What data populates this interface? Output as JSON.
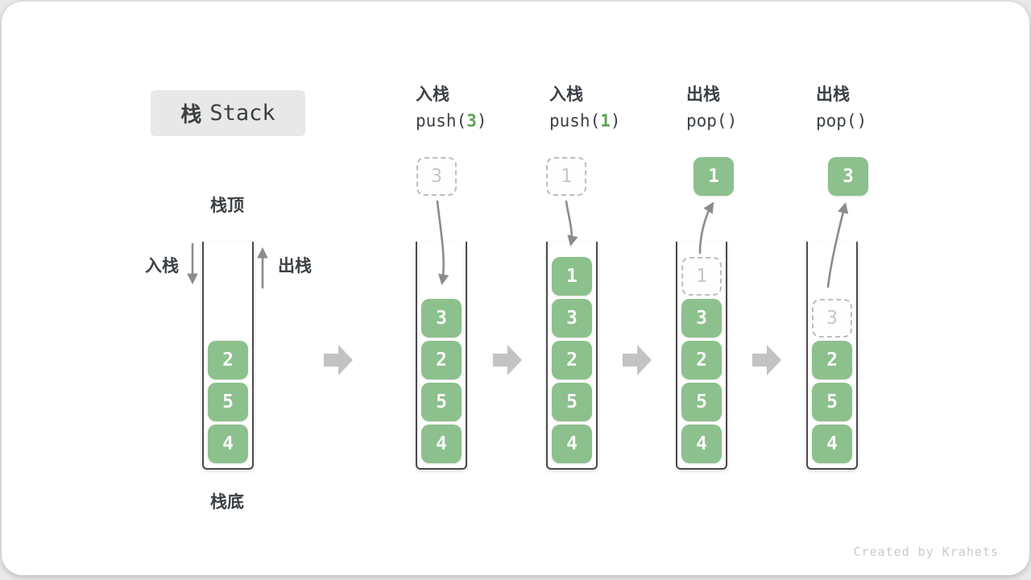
{
  "title": {
    "cjk": "栈",
    "latin": "Stack"
  },
  "annotations": {
    "stack_top": "栈顶",
    "stack_bottom": "栈底",
    "push_label": "入栈",
    "pop_label": "出栈"
  },
  "operations": [
    {
      "name": "入栈",
      "func": "push(",
      "arg": "3",
      "close": ")"
    },
    {
      "name": "入栈",
      "func": "push(",
      "arg": "1",
      "close": ")"
    },
    {
      "name": "出栈",
      "func": "pop(",
      "arg": "",
      "close": ")"
    },
    {
      "name": "出栈",
      "func": "pop(",
      "arg": "",
      "close": ")"
    }
  ],
  "stacks": {
    "s1": {
      "cells": [
        "2",
        "5",
        "4"
      ]
    },
    "s2": {
      "incoming": "3",
      "cells": [
        "3",
        "2",
        "5",
        "4"
      ]
    },
    "s3": {
      "incoming": "1",
      "cells": [
        "1",
        "3",
        "2",
        "5",
        "4"
      ]
    },
    "s4": {
      "popped": "1",
      "ghost": "1",
      "cells": [
        "3",
        "2",
        "5",
        "4"
      ]
    },
    "s5": {
      "popped": "3",
      "ghost": "3",
      "cells": [
        "2",
        "5",
        "4"
      ]
    }
  },
  "watermark": "Created by Krahets",
  "colors": {
    "cell_green": "#8cc08c",
    "code_arg_green": "#5fa457",
    "arrow_gray": "#8c8c8c",
    "block_arrow_gray": "#c3c3c3",
    "ghost_gray": "#bdbdbd"
  }
}
